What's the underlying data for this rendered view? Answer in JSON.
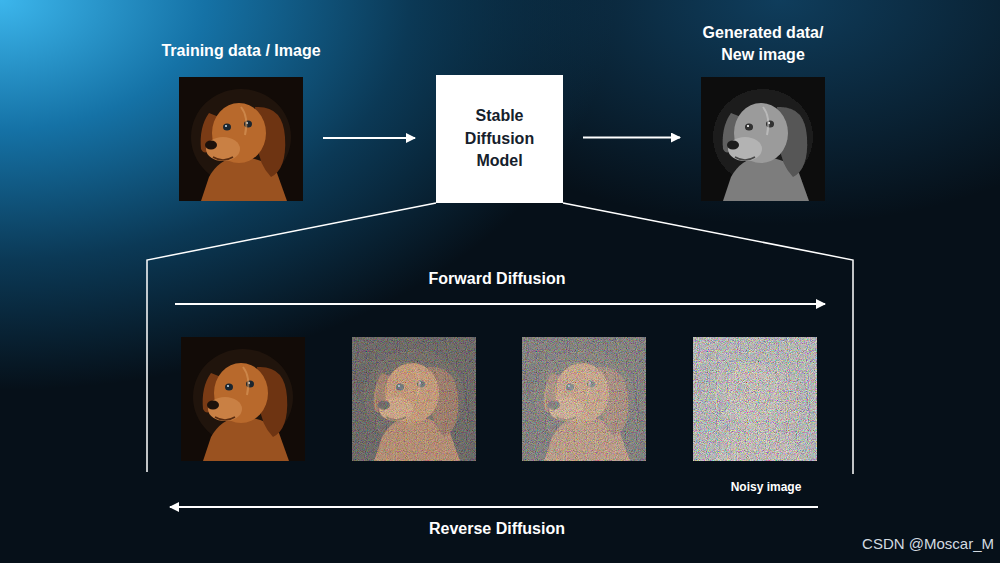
{
  "diagram": {
    "nodes": [
      {
        "text": [
          "Training data / Image"
        ]
      },
      {
        "text": [
          "Stable Diffusion Model"
        ]
      },
      {
        "text": [
          "Generated data/ New image"
        ]
      }
    ],
    "edges": [
      {
        "from": 0,
        "to": 1,
        "arrow": "to"
      },
      {
        "from": 1,
        "to": 2,
        "arrow": "to"
      }
    ],
    "labels": [
      "Forward Diffusion",
      "Noisy image",
      "Reverse Diffusion",
      "CSDN @Moscar_M"
    ]
  }
}
